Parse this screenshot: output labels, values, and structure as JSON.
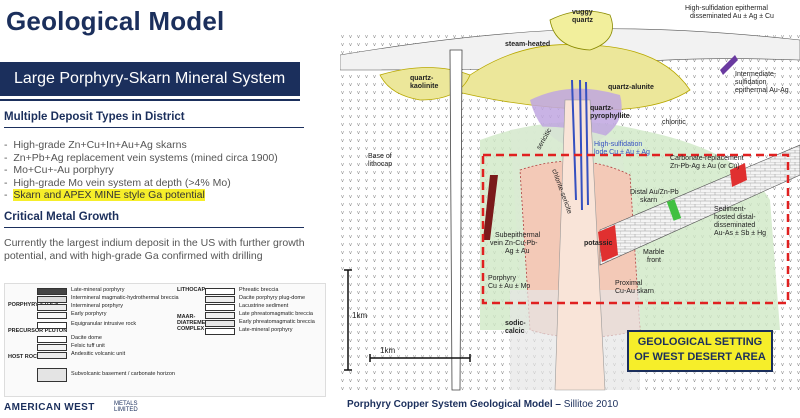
{
  "title": "Geological Model",
  "banner": "Large Porphyry-Skarn Mineral System",
  "section1": "Multiple Deposit Types in District",
  "bullets": [
    "High-grade Zn+Cu+In+Au+Ag skarns",
    "Zn+Pb+Ag replacement vein systems (mined circa 1900)",
    "Mo+Cu+-Au porphyry",
    "High-grade Mo vein system at depth (>4% Mo)",
    "Skarn and APEX MINE style Ga potential"
  ],
  "section2": "Critical Metal Growth",
  "paragraph": "Currently the largest indium deposit in the US with further growth potential, and with high-grade Ga confirmed with drilling",
  "legend": {
    "left": {
      "groups": [
        "PORPHYRY STOCK",
        "PRECURSOR PLUTON",
        "HOST ROCKS"
      ],
      "items": [
        "Late-mineral porphyry",
        "Intermineral magmatic-hydrothermal breccia",
        "Intermineral porphyry",
        "Early porphyry",
        "Equigranular intrusive rock",
        "Dacite dome",
        "Felsic tuff unit",
        "Andesitic volcanic unit",
        "Subvolcanic basement / carbonate horizon"
      ]
    },
    "right": {
      "groups": [
        "LITHOCAP",
        "MAAR-DIATREME COMPLEX"
      ],
      "items": [
        "Phreatic breccia",
        "Dacite porphyry plug-dome",
        "Lacustrine sediment",
        "Late phreatomagmatic breccia",
        "Early phreatomagmatic breccia",
        "Late-mineral porphyry"
      ]
    }
  },
  "diagram_labels": {
    "hs_epithermal": "High-sulfidation epithermal\ndisseminated Au ± Ag ± Cu",
    "vuggy": "vuggy\nquartz",
    "steam": "steam-heated",
    "quartz_kaolinite": "quartz-\nkaolinite",
    "quartz_alunite": "quartz-alunite",
    "is_epithermal": "Intermediate-\nsulfidation\nepithermal Au-Ag",
    "qp": "quartz-\npyrophyllite",
    "chloritic": "chloritic",
    "base_lithocap": "Base of\nlithocap",
    "sericitic": "sericitic",
    "hs_lode": "High-sulfidation\nlode Cu ± Au ± Ag",
    "carb_repl": "Carbonate-replacement\nZn-Pb-Ag ± Au (or Cu)",
    "chlorite_sericite": "chlorite-sericite",
    "distal": "Distal Au/Zn-Pb\nskarn",
    "sediment_hosted": "Sediment-\nhosted distal-\ndisseminated\nAu-As ± Sb ± Hg",
    "subepithermal": "Subepithermal\nvein Zn-Cu-Pb-\nAg ± Au",
    "potassic": "potassic",
    "marble": "Marble\nfront",
    "porphyry_cu": "Porphyry\nCu ± Au ± Mo",
    "proximal": "Proximal\nCu-Au skarn",
    "sodic": "sodic-\ncalcic",
    "scale_v": "1km",
    "scale_h": "1km"
  },
  "geo_box": "GEOLOGICAL SETTING\nOF WEST DESERT AREA",
  "footer_logo": "AMERICAN WEST",
  "footer_sub": "METALS\nLIMITED",
  "caption_bold": "Porphyry Copper System Geological Model –",
  "caption_rest": " Sillitoe 2010",
  "colors": {
    "navy": "#1b2f5c",
    "highlight": "#f6ee2a",
    "potassic": "#f3c9b7",
    "chloritic": "#cfe8c6",
    "quartz_alunite": "#ece79a",
    "pyrophyllite": "#bfa6e0",
    "dashed_box": "#e02020"
  }
}
